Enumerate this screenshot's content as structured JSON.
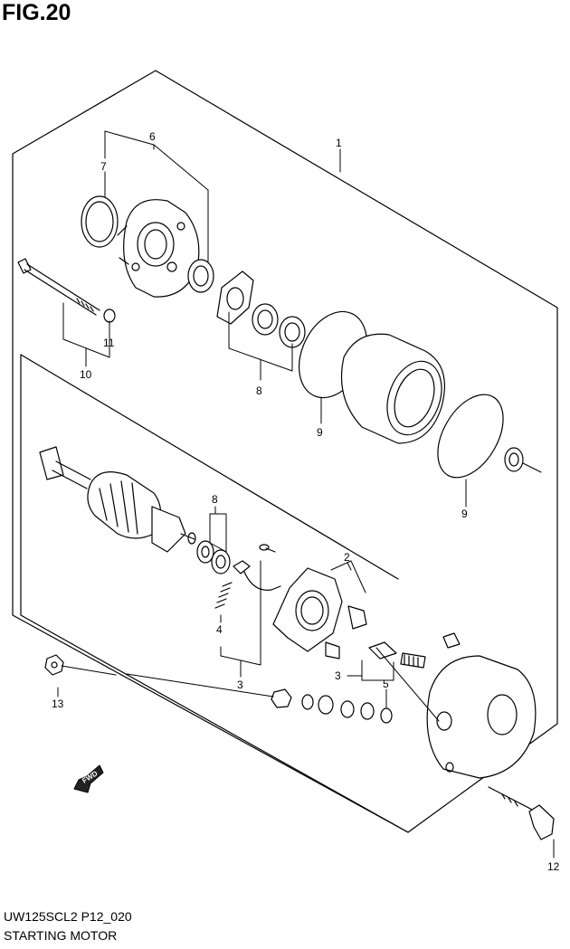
{
  "figure": {
    "title": "FIG.20"
  },
  "footer": {
    "model_code": "UW125SCL2 P12_020",
    "part_name": "STARTING MOTOR"
  },
  "direction_label": "FWD",
  "callouts": [
    "1",
    "2",
    "3",
    "3",
    "3",
    "4",
    "5",
    "6",
    "7",
    "8",
    "8",
    "9",
    "9",
    "10",
    "11",
    "12",
    "13"
  ]
}
